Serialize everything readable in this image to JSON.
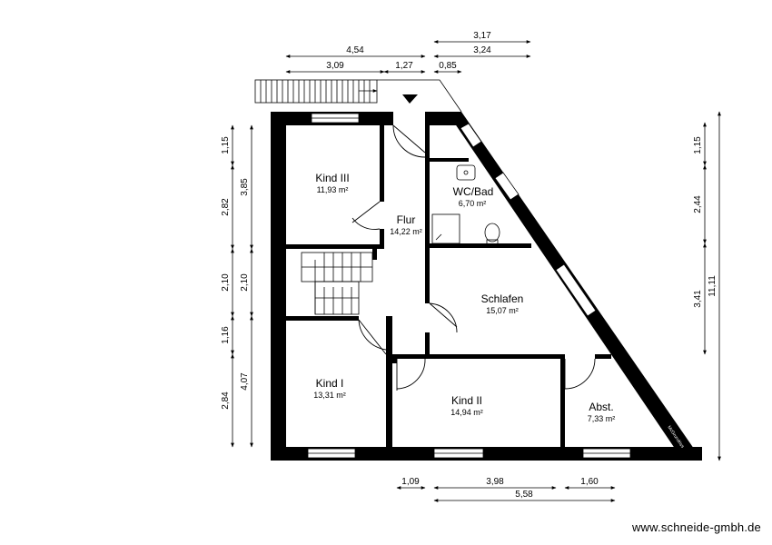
{
  "rooms": {
    "kind3": {
      "name": "Kind III",
      "area": "11,93 m²"
    },
    "flur": {
      "name": "Flur",
      "area": "14,22 m²"
    },
    "wcbad": {
      "name": "WC/Bad",
      "area": "6,70 m²"
    },
    "schlafen": {
      "name": "Schlafen",
      "area": "15,07 m²"
    },
    "kind1": {
      "name": "Kind I",
      "area": "13,31 m²"
    },
    "kind2": {
      "name": "Kind II",
      "area": "14,94 m²"
    },
    "abst": {
      "name": "Abst.",
      "area": "7,33 m²"
    }
  },
  "dimensions": {
    "top": {
      "total_left": "4,54",
      "left_a": "3,09",
      "left_b": "1,27",
      "right_a": "3,17",
      "right_b": "3,24",
      "right_c": "0,85"
    },
    "left_outer": {
      "a": "1,15",
      "b": "2,82",
      "c": "2,10",
      "d": "1,16",
      "e": "2,84"
    },
    "left_inner": {
      "a": "3,85",
      "b": "2,10",
      "c": "4,07"
    },
    "right_inner": {
      "a": "1,15",
      "b": "2,44",
      "c": "3,41"
    },
    "right_outer": {
      "a": "11,11"
    },
    "bottom": {
      "a": "1,09",
      "b": "3,98",
      "c": "1,60",
      "d": "5,58"
    }
  },
  "watermark": "McGrundriss",
  "website": "www.schneide-gmbh.de"
}
